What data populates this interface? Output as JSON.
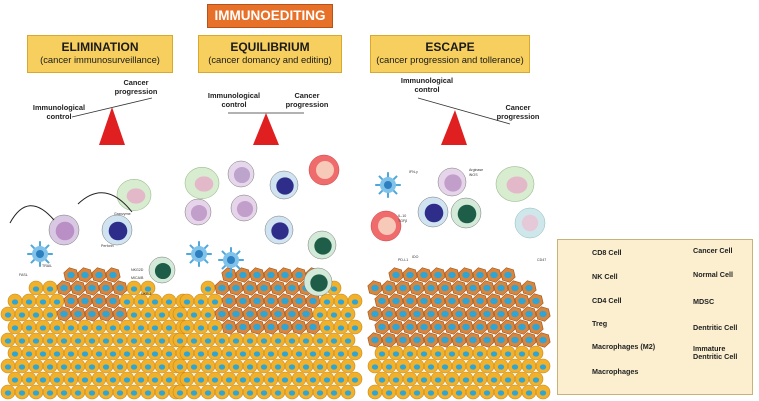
{
  "title": "IMMUNOEDITING",
  "phases": [
    {
      "title": "ELIMINATION",
      "subtitle": "(cancer immunosurveillance)",
      "left_label": "Immunological control",
      "right_label": "Cancer progression"
    },
    {
      "title": "EQUILIBRIUM",
      "subtitle": "(cancer domancy and editing)",
      "left_label": "Immunological control",
      "right_label": "Cancer progression"
    },
    {
      "title": "ESCAPE",
      "subtitle": "(cancer progression and tollerance)",
      "left_label": "Immunological control",
      "right_label": "Cancer progression"
    }
  ],
  "legend": {
    "left": [
      {
        "label": "CD8 Cell",
        "icon": "cd8-cell-icon"
      },
      {
        "label": "NK Cell",
        "icon": "nk-cell-icon"
      },
      {
        "label": "CD4 Cell",
        "icon": "cd4-cell-icon"
      },
      {
        "label": "Treg",
        "icon": "treg-icon"
      },
      {
        "label": "Macrophages (M2)",
        "icon": "macrophage-m2-icon"
      },
      {
        "label": "Macrophages",
        "icon": "macrophage-icon"
      }
    ],
    "right": [
      {
        "label": "Cancer Cell",
        "icon": "cancer-cell-icon"
      },
      {
        "label": "Normal Cell",
        "icon": "normal-cell-icon"
      },
      {
        "label": "MDSC",
        "icon": "mdsc-icon"
      },
      {
        "label": "Dentritic Cell",
        "icon": "dendritic-cell-icon"
      },
      {
        "label": "Immature Dentritic Cell",
        "icon": "immature-dendritic-cell-icon"
      }
    ]
  },
  "small_labels": [
    "Granzyme",
    "Perforin",
    "TRAIL",
    "FASL",
    "NKG2D",
    "MICA/B",
    "NKR-1",
    "IFN-γ",
    "IL-10",
    "TGFβ",
    "IDO",
    "Arginase",
    "iNOS",
    "PD-L1",
    "CD47"
  ],
  "colors": {
    "title_bg": "#e8712a",
    "phase_bg": "#f6cf5e",
    "legend_bg": "#fbefcf",
    "triangle": "#e02020",
    "normal_cell": "#f2b12a",
    "cancer_cell": "#d9853c",
    "nucleus": "#2fa5d6"
  }
}
